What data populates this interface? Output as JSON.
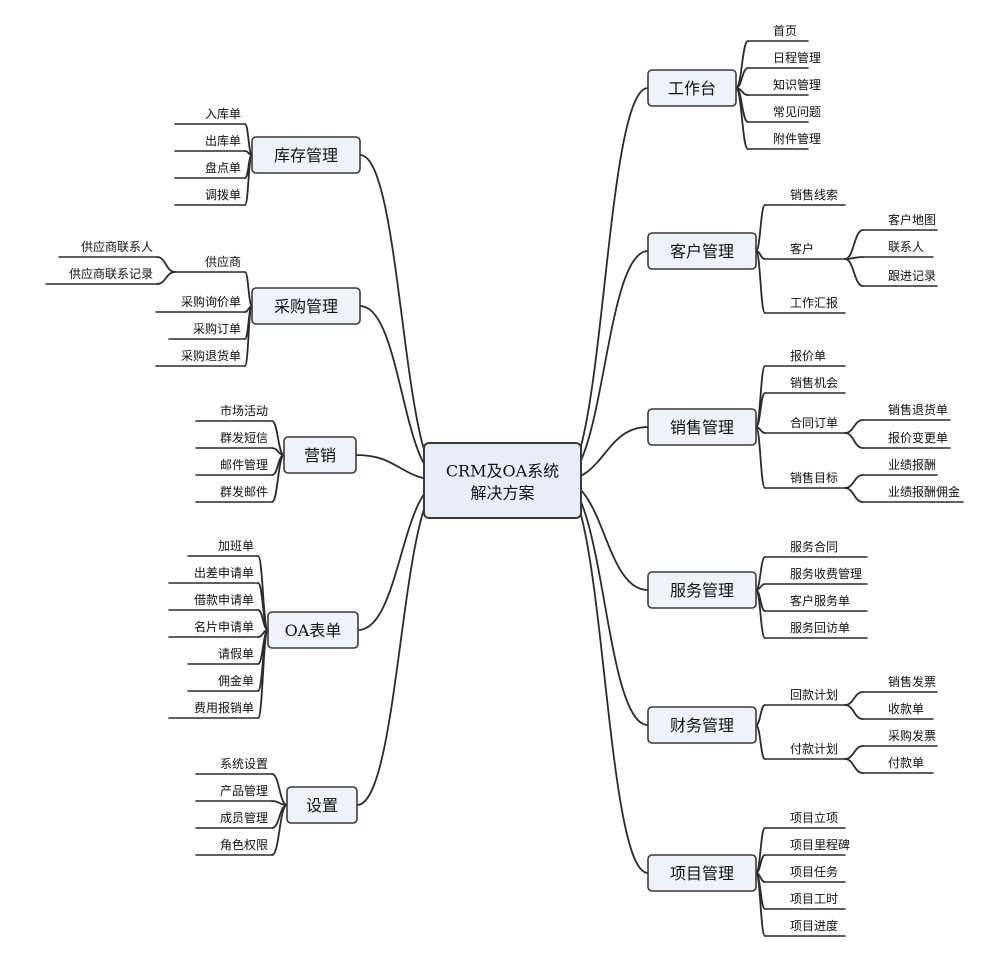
{
  "root": {
    "lines": [
      "CRM及OA系统",
      "解决方案"
    ]
  },
  "right": [
    {
      "label": "工作台",
      "children": [
        {
          "label": "首页"
        },
        {
          "label": "日程管理"
        },
        {
          "label": "知识管理"
        },
        {
          "label": "常见问题"
        },
        {
          "label": "附件管理"
        }
      ]
    },
    {
      "label": "客户管理",
      "children": [
        {
          "label": "销售线索"
        },
        {
          "label": "客户",
          "children": [
            {
              "label": "客户地图"
            },
            {
              "label": "联系人"
            },
            {
              "label": "跟进记录"
            }
          ]
        },
        {
          "label": "工作汇报"
        }
      ]
    },
    {
      "label": "销售管理",
      "children": [
        {
          "label": "报价单"
        },
        {
          "label": "销售机会"
        },
        {
          "label": "合同订单",
          "children": [
            {
              "label": "销售退货单"
            },
            {
              "label": "报价变更单"
            }
          ]
        },
        {
          "label": "销售目标",
          "children": [
            {
              "label": "业绩报酬"
            },
            {
              "label": "业绩报酬佣金"
            }
          ]
        }
      ]
    },
    {
      "label": "服务管理",
      "children": [
        {
          "label": "服务合同"
        },
        {
          "label": "服务收费管理"
        },
        {
          "label": "客户服务单"
        },
        {
          "label": "服务回访单"
        }
      ]
    },
    {
      "label": "财务管理",
      "children": [
        {
          "label": "回款计划",
          "children": [
            {
              "label": "销售发票"
            },
            {
              "label": "收款单"
            }
          ]
        },
        {
          "label": "付款计划",
          "children": [
            {
              "label": "采购发票"
            },
            {
              "label": "付款单"
            }
          ]
        }
      ]
    },
    {
      "label": "项目管理",
      "children": [
        {
          "label": "项目立项"
        },
        {
          "label": "项目里程碑"
        },
        {
          "label": "项目任务"
        },
        {
          "label": "项目工时"
        },
        {
          "label": "项目进度"
        }
      ]
    }
  ],
  "left": [
    {
      "label": "库存管理",
      "children": [
        {
          "label": "入库单"
        },
        {
          "label": "出库单"
        },
        {
          "label": "盘点单"
        },
        {
          "label": "调拨单"
        }
      ]
    },
    {
      "label": "采购管理",
      "children": [
        {
          "label": "供应商",
          "children": [
            {
              "label": "供应商联系人"
            },
            {
              "label": "供应商联系记录"
            }
          ]
        },
        {
          "label": "采购询价单"
        },
        {
          "label": "采购订单"
        },
        {
          "label": "采购退货单"
        }
      ]
    },
    {
      "label": "营销",
      "children": [
        {
          "label": "市场活动"
        },
        {
          "label": "群发短信"
        },
        {
          "label": "邮件管理"
        },
        {
          "label": "群发邮件"
        }
      ]
    },
    {
      "label": "OA表单",
      "children": [
        {
          "label": "加班单"
        },
        {
          "label": "出差申请单"
        },
        {
          "label": "借款申请单"
        },
        {
          "label": "名片申请单"
        },
        {
          "label": "请假单"
        },
        {
          "label": "佣金单"
        },
        {
          "label": "费用报销单"
        }
      ]
    },
    {
      "label": "设置",
      "children": [
        {
          "label": "系统设置"
        },
        {
          "label": "产品管理"
        },
        {
          "label": "成员管理"
        },
        {
          "label": "角色权限"
        }
      ]
    }
  ]
}
